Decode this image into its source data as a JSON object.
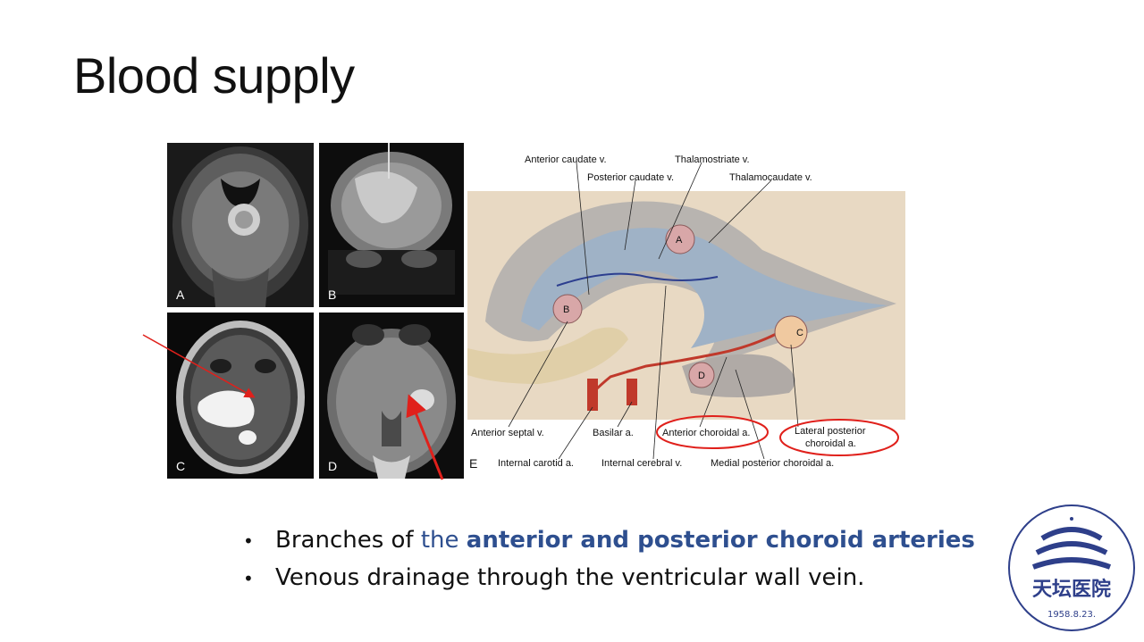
{
  "slide": {
    "title": "Blood supply"
  },
  "mri_panels": [
    {
      "label": "A"
    },
    {
      "label": "B"
    },
    {
      "label": "C"
    },
    {
      "label": "D"
    }
  ],
  "diagram": {
    "panel_label": "E",
    "labels": {
      "anterior_caudate": "Anterior caudate v.",
      "thalamostriate": "Thalamostriate v.",
      "posterior_caudate": "Posterior caudate v.",
      "thalamocaudate": "Thalamocaudate v.",
      "anterior_septal": "Anterior septal v.",
      "basilar": "Basilar a.",
      "anterior_choroidal": "Anterior choroidal a.",
      "lateral_posterior_1": "Lateral posterior",
      "lateral_posterior_2": "choroidal a.",
      "internal_carotid": "Internal carotid a.",
      "internal_cerebral": "Internal cerebral v.",
      "medial_posterior": "Medial posterior choroidal a."
    },
    "tumor_markers": [
      "A",
      "B",
      "C",
      "D"
    ]
  },
  "bullets": {
    "b1_pre": "Branches of ",
    "b1_the": "the ",
    "b1_bold": "anterior and posterior choroid arteries",
    "b2": "Venous drainage through the ventricular wall vein."
  },
  "logo": {
    "name": "天坛医院",
    "date": "1958.8.23."
  },
  "colors": {
    "highlight_blue": "#2e4f8f",
    "annotation_red": "#e0201b"
  }
}
